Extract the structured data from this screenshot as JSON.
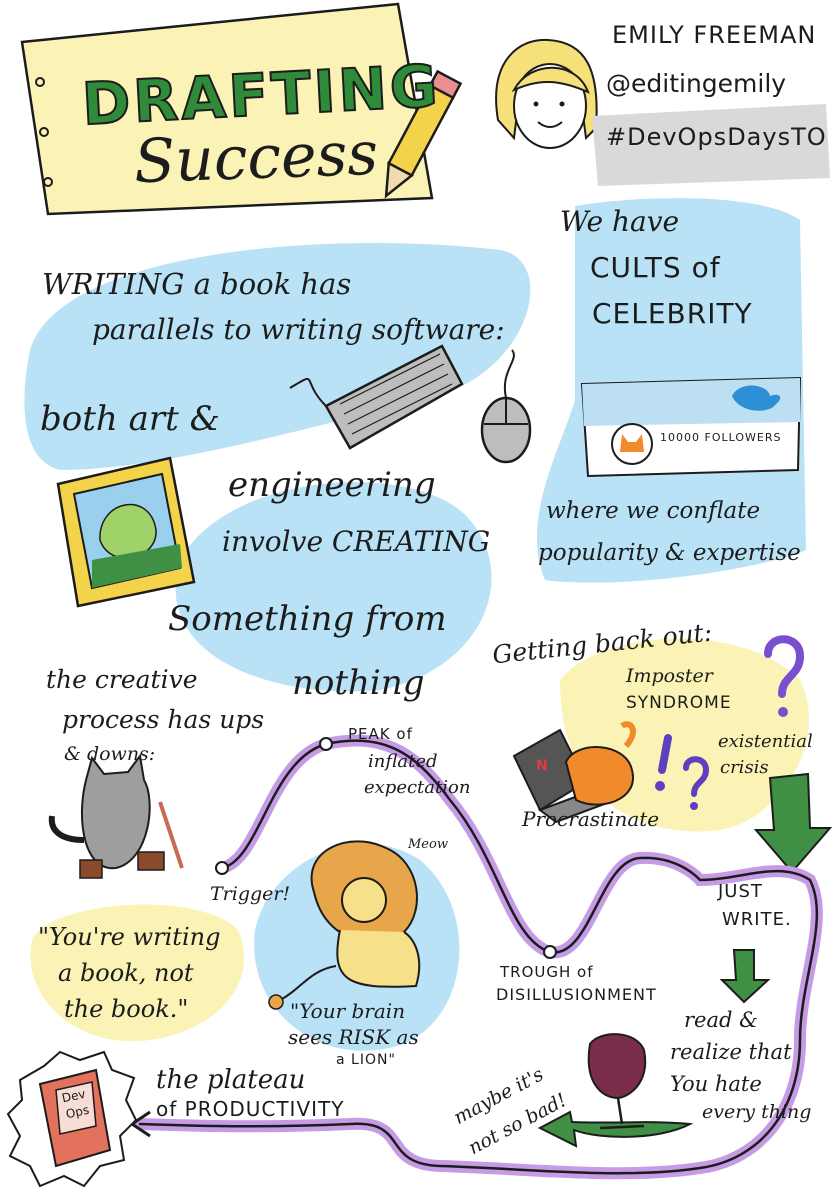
{
  "title": {
    "line1": "DRAFTING",
    "line2": "Success"
  },
  "speaker": {
    "name": "EMILY FREEMAN",
    "handle": "@editingemily",
    "hashtag": "#DevOpsDaysTO"
  },
  "writing_note": {
    "line1": "WRITING a book has",
    "line2": "parallels to writing software:"
  },
  "art_note": {
    "line1": "both art &",
    "line2": "engineering",
    "line3": "involve CREATING",
    "line4": "Something from",
    "line5": "nothing"
  },
  "cults_note": {
    "line1": "We have",
    "line2": "CULTS of",
    "line3": "CELEBRITY",
    "followers": "10000 FOLLOWERS",
    "line4": "where we conflate",
    "line5": "popularity & expertise"
  },
  "creative_note": {
    "line1": "the creative",
    "line2": "process has ups",
    "line3": "& downs:"
  },
  "curve_labels": {
    "peak_line1": "PEAK of",
    "peak_line2": "inflated",
    "peak_line3": "expectation",
    "trigger": "Trigger!",
    "trough_line1": "TROUGH of",
    "trough_line2": "DISILLUSIONMENT",
    "plateau_line1": "the plateau",
    "plateau_line2": "of PRODUCTIVITY"
  },
  "getting_out": {
    "heading": "Getting back out:",
    "imposter_line1": "Imposter",
    "imposter_line2": "SYNDROME",
    "existential_line1": "existential",
    "existential_line2": "crisis",
    "procrastinate": "Procrastinate",
    "just_write_line1": "JUST",
    "just_write_line2": "WRITE.",
    "read_line1": "read &",
    "read_line2": "realize that",
    "read_line3": "You hate",
    "read_line4": "every thing",
    "maybe_line1": "maybe it's",
    "maybe_line2": "not so bad!"
  },
  "quote_book": {
    "line1": "\"You're writing",
    "line2": "a book, not",
    "line3": "the book.\""
  },
  "lion": {
    "meow": "Meow",
    "line1": "\"Your brain",
    "line2": "sees RISK as",
    "line3": "a LION\""
  },
  "book_cover": {
    "line1": "Dev",
    "line2": "Ops"
  },
  "keyboard_label": "N",
  "colors": {
    "yellow": "#faf3b5",
    "blue": "#b9e2f7",
    "green": "#3f8f45",
    "purple": "#c59be6",
    "orange": "#f08a2b",
    "grey_tag": "#d9d9d9"
  }
}
